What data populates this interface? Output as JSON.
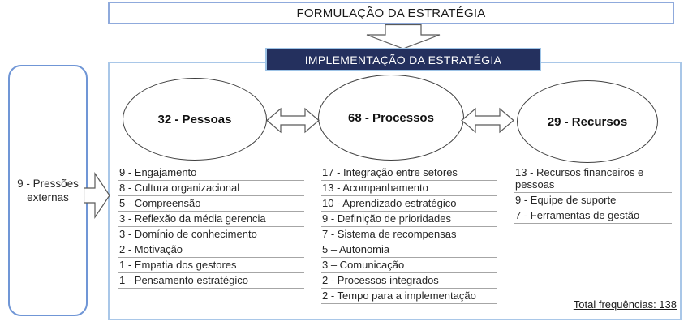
{
  "top_banner": {
    "label": "FORMULAÇÃO DA ESTRATÉGIA"
  },
  "main_banner": {
    "label": "IMPLEMENTAÇÃO DA ESTRATÉGIA"
  },
  "external_box": {
    "label": "9 - Pressões externas"
  },
  "groups": [
    {
      "title": "32 - Pessoas",
      "items": [
        "9 - Engajamento",
        "8 - Cultura organizacional",
        "5 - Compreensão",
        "3 - Reflexão da média gerencia",
        "3 - Domínio de conhecimento",
        "2 - Motivação",
        "1 - Empatia dos gestores",
        "1 - Pensamento estratégico"
      ]
    },
    {
      "title": "68 - Processos",
      "items": [
        "17 - Integração entre setores",
        "13 - Acompanhamento",
        "10 - Aprendizado estratégico",
        "9 - Definição de prioridades",
        "7 - Sistema de recompensas",
        "5 – Autonomia",
        "3 – Comunicação",
        "2 - Processos integrados",
        "2 - Tempo para a implementação"
      ]
    },
    {
      "title": "29 - Recursos",
      "items": [
        "13 - Recursos financeiros e pessoas",
        "9 - Equipe de suporte",
        "7 - Ferramentas de gestão"
      ]
    }
  ],
  "total_label": "Total frequências: 138",
  "colors": {
    "navy_fill": "#24305E",
    "light_blue_border": "#8FAADC",
    "external_box_border": "#7096D6",
    "ellipse_border": "#3f3f3f",
    "underline_gray": "#A6A6A6",
    "arrow_outline": "#595959"
  }
}
